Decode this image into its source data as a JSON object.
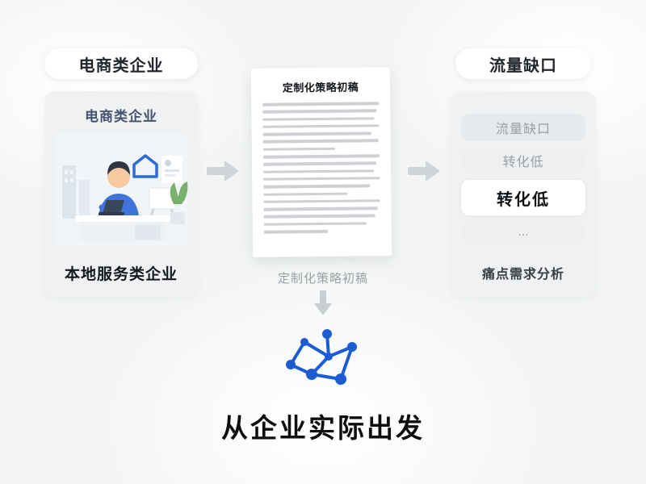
{
  "left": {
    "pill": "电商类企业",
    "card_title": "电商类企业",
    "card_caption": "本地服务类企业"
  },
  "document": {
    "title": "定制化策略初稿",
    "caption": "定制化策略初稿",
    "line_count": 18
  },
  "flow": {
    "main_title": "从企业实际出发"
  },
  "right": {
    "pill": "流量缺口",
    "items": [
      {
        "label": "流量缺口"
      },
      {
        "label": "转化低"
      },
      {
        "label": "转化低"
      },
      {
        "label": "..."
      }
    ],
    "caption": "痛点需求分析"
  },
  "icons": {
    "network": "network-graph-icon",
    "illustration": "person-at-desk-illustration"
  },
  "colors": {
    "accent_blue": "#1b5cd3",
    "arrow_gray": "#cfd4d8",
    "card_bg": "#eff1f2"
  }
}
